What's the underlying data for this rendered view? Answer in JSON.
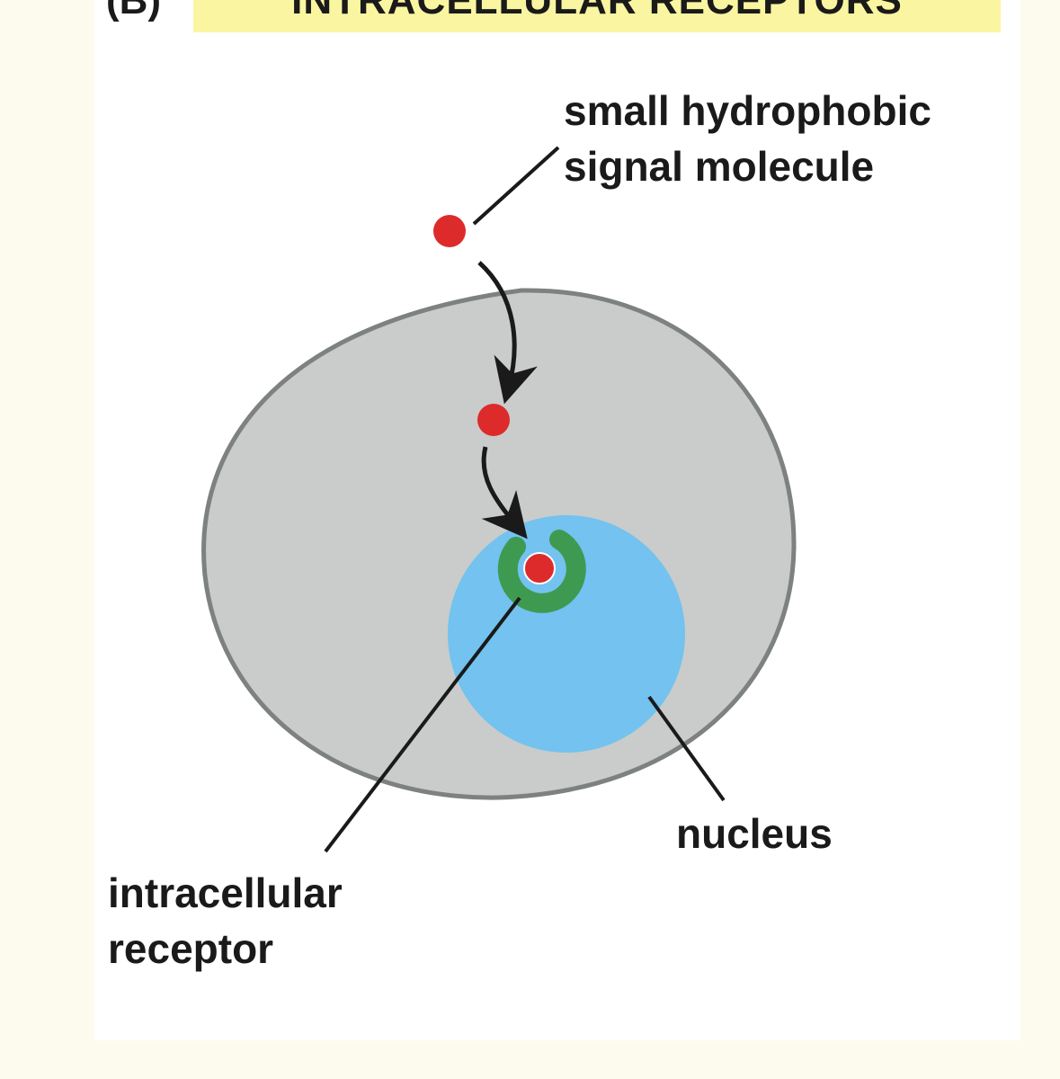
{
  "panel": {
    "letter": "(B)",
    "title": "INTRACELLULAR RECEPTORS"
  },
  "labels": {
    "signal_molecule": [
      "small hydrophobic",
      "signal molecule"
    ],
    "nucleus": "nucleus",
    "receptor": [
      "intracellular",
      "receptor"
    ]
  },
  "colors": {
    "background": "#fdfbee",
    "title_bar": "#faf5a0",
    "cell_fill": "#c9ccca",
    "cell_outline": "#7d8180",
    "nucleus_fill": "#73c2f0",
    "receptor": "#3e9a50",
    "signal_molecule": "#dd2b2b",
    "lines": "#1a1a1a"
  }
}
